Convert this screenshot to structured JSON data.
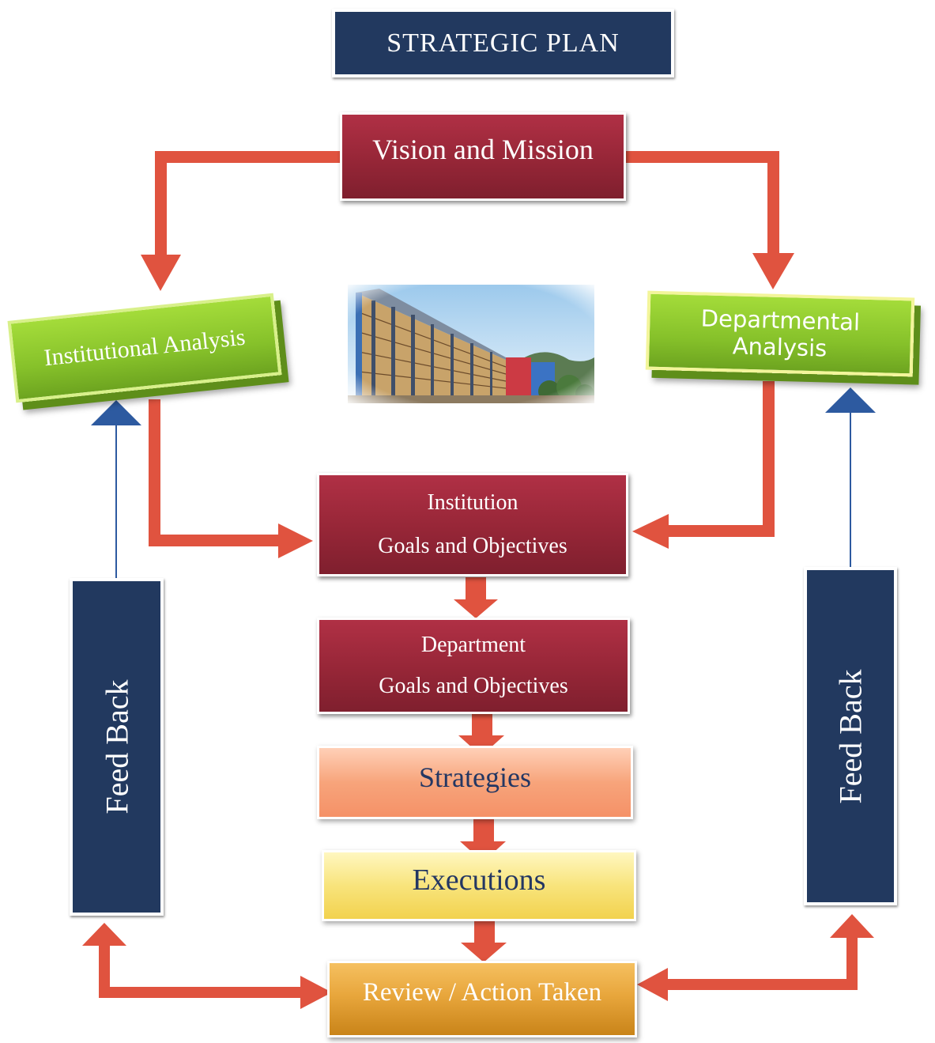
{
  "title": "STRATEGIC PLAN",
  "vision": "Vision and Mission",
  "institutional_analysis": "Institutional Analysis",
  "departmental_analysis": "Departmental Analysis",
  "institution_goals": {
    "line1": "Institution",
    "line2": "Goals and Objectives"
  },
  "department_goals": {
    "line1": "Department",
    "line2": "Goals and Objectives"
  },
  "strategies": "Strategies",
  "executions": "Executions",
  "review": "Review / Action Taken",
  "feedback_left": "Feed Back",
  "feedback_right": "Feed Back",
  "colors": {
    "navy": "#22395f",
    "maroon": "#962637",
    "green": "#86c12a",
    "arrow_red": "#e0533f",
    "arrow_blue": "#2d5aa0"
  }
}
